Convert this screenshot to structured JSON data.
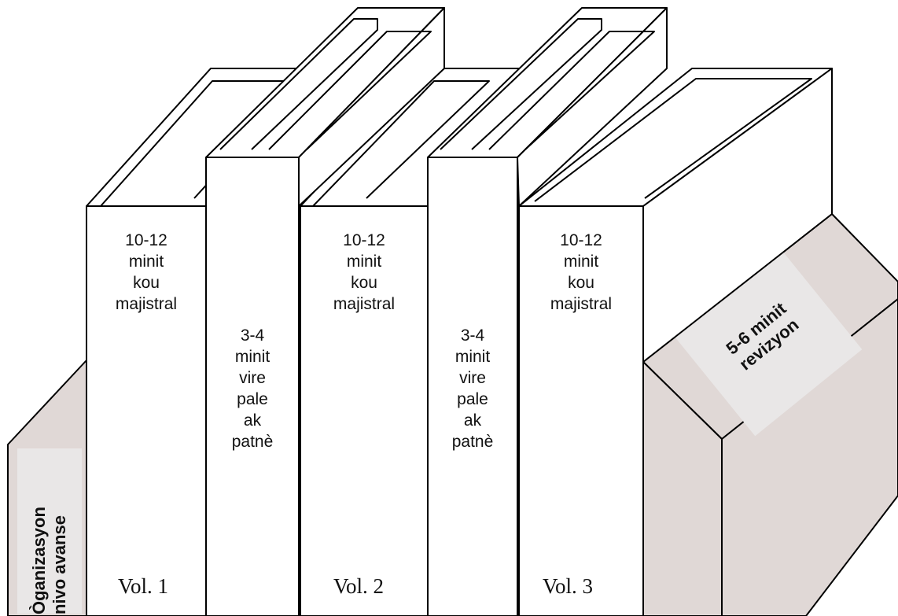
{
  "books": [
    {
      "text": "10-12\nminit\nkou\nmajistral",
      "volume": "Vol. 1"
    },
    {
      "text": "3-4\nminit\nvire\npale\nak\npatnè"
    },
    {
      "text": "10-12\nminit\nkou\nmajistral",
      "volume": "Vol. 2"
    },
    {
      "text": "3-4\nminit\nvire\npale\nak\npatnè"
    },
    {
      "text": "10-12\nminit\nkou\nmajistral",
      "volume": "Vol. 3"
    }
  ],
  "left_bookend": {
    "text": "Òganizasyon\nnivo avanse"
  },
  "right_bookend": {
    "text": "5-6 minit\nrevizyon"
  },
  "colors": {
    "bookend_fill": "#e0d8d6",
    "label_box": "#e9e7e7",
    "stroke": "#000000"
  }
}
